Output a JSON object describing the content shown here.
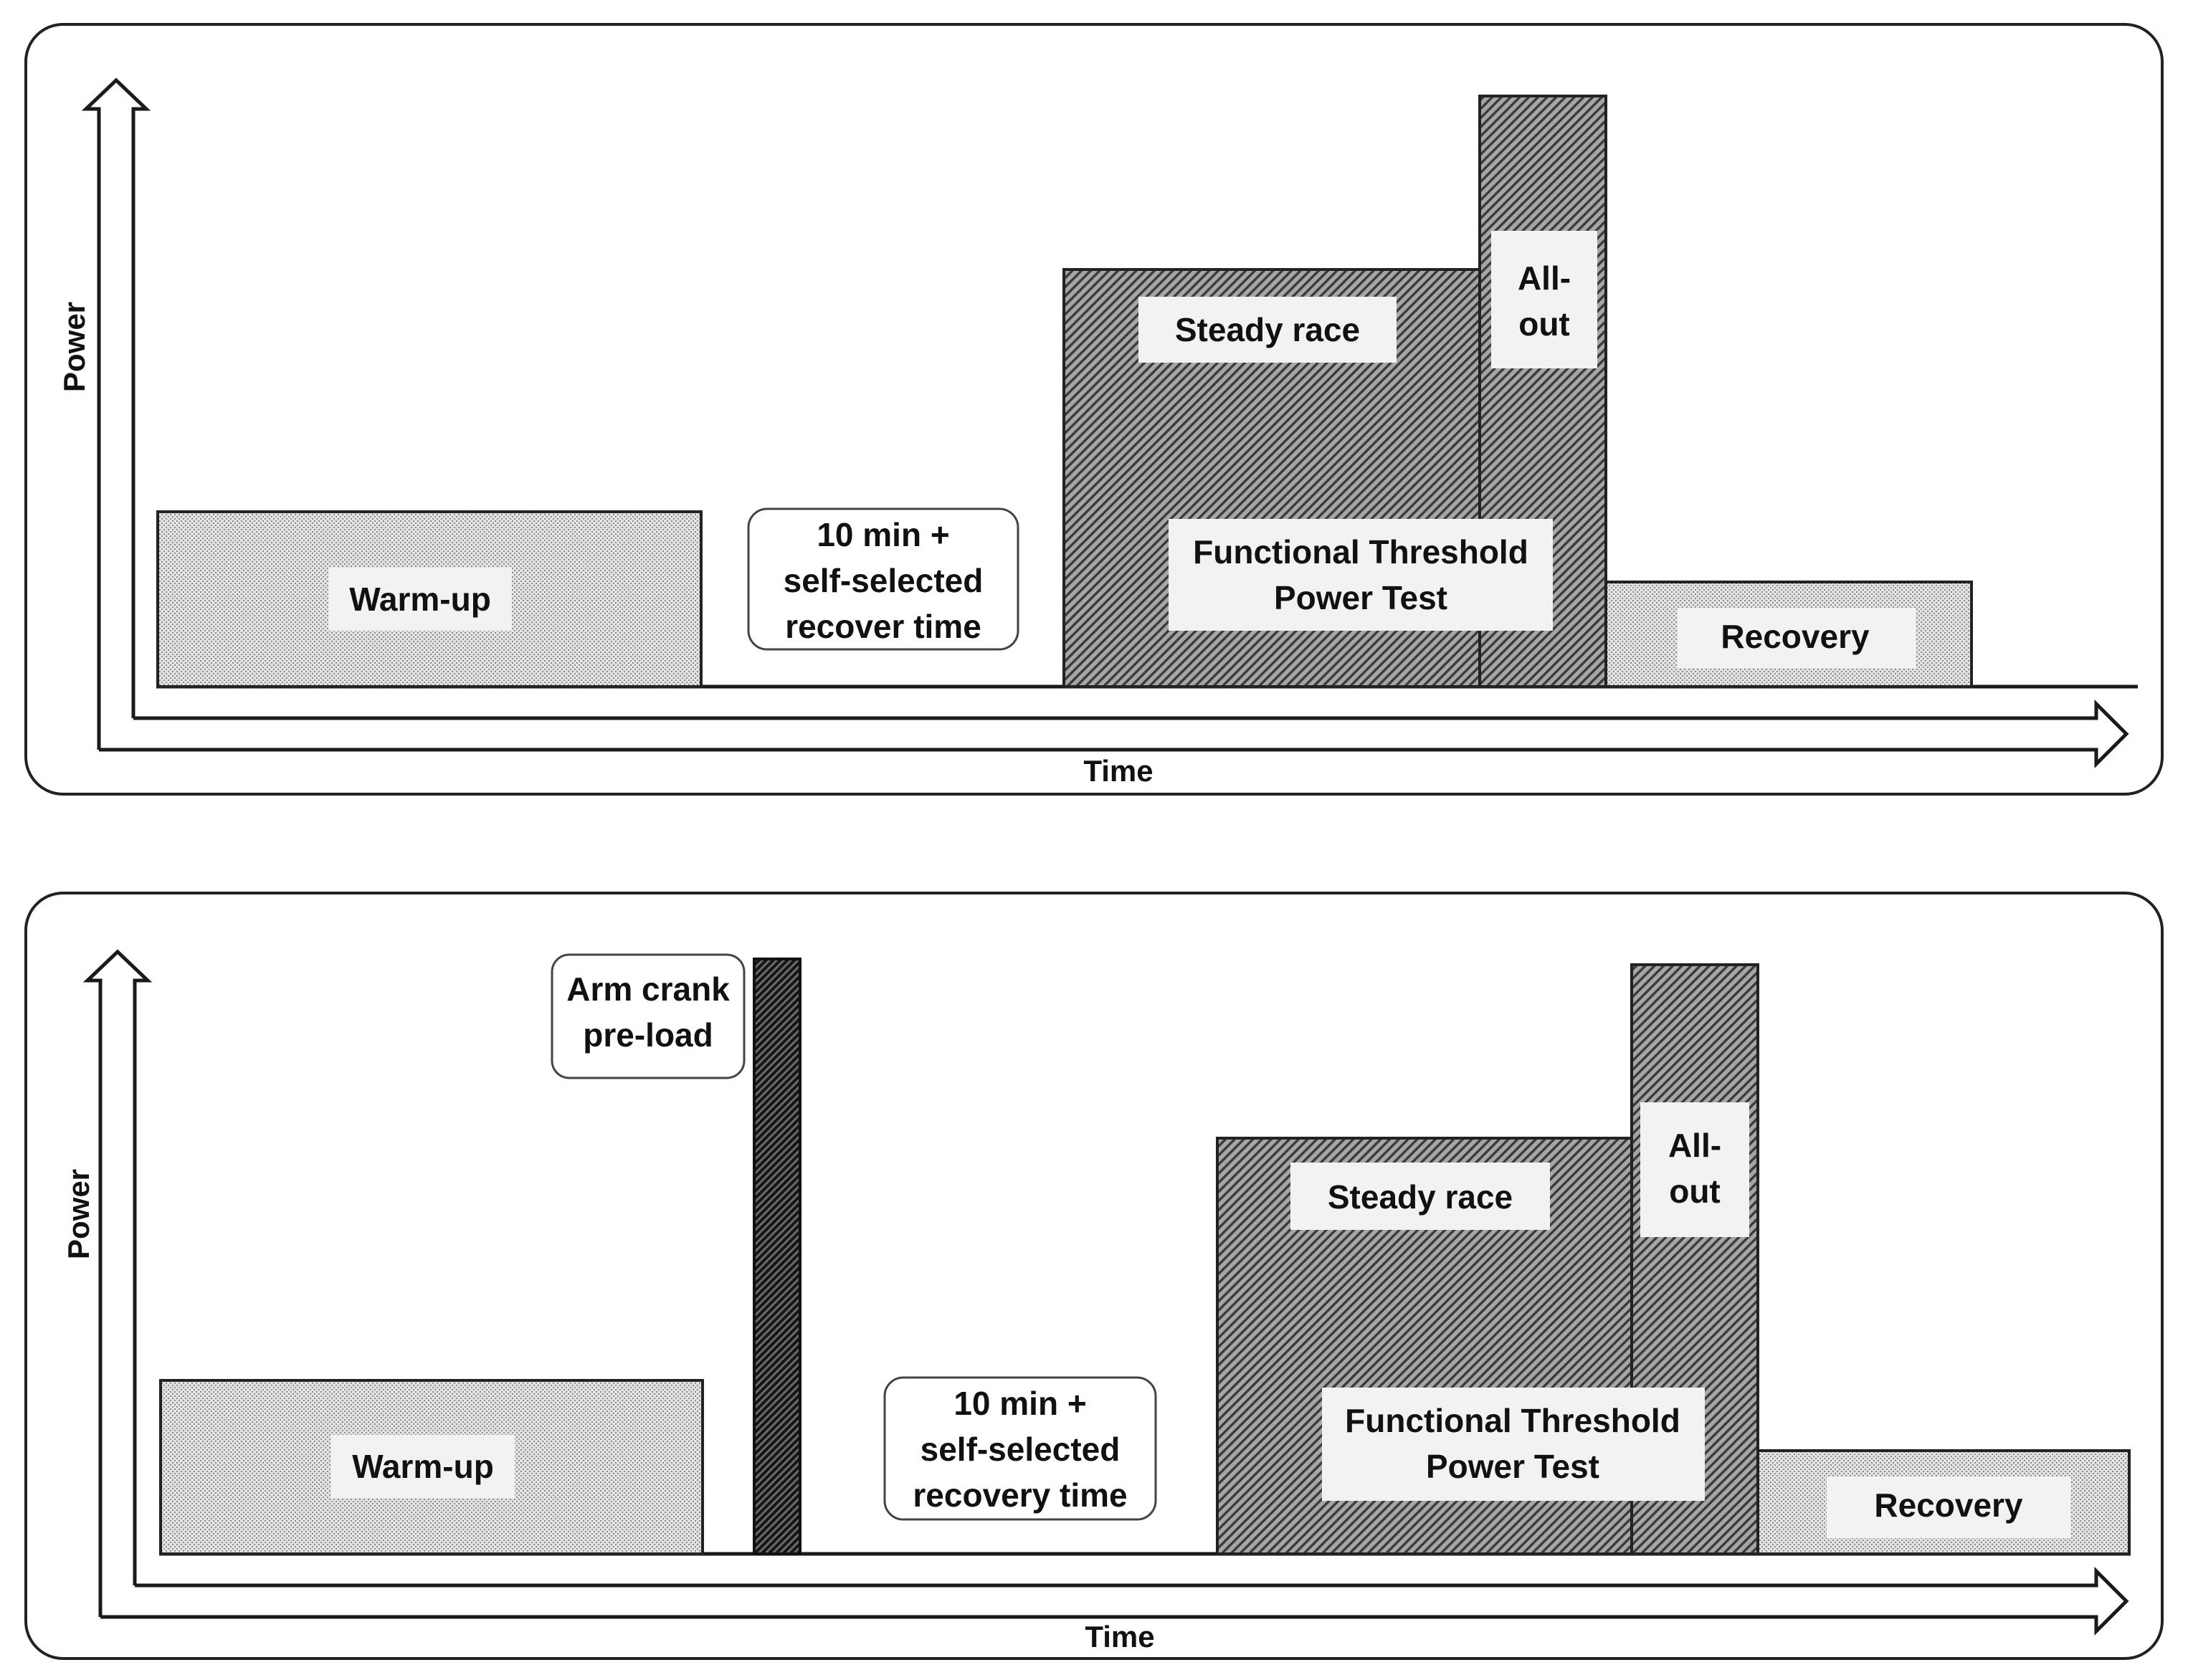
{
  "colors": {
    "background": "#ffffff",
    "outline": "#222222",
    "light_fill": "#d7d7d7",
    "medium_fill": "#8a8a8a",
    "dark_fill": "#2e2e2e",
    "label_box": "#f2f2f2"
  },
  "panel_top": {
    "y_axis_label": "Power",
    "x_axis_label": "Time",
    "warmup": "Warm-up",
    "gap_note": [
      "10 min +",
      "self-selected",
      "recover time"
    ],
    "steady": "Steady race",
    "allout": [
      "All-",
      "out"
    ],
    "ftp": [
      "Functional Threshold",
      "Power Test"
    ],
    "recovery": "Recovery"
  },
  "panel_bottom": {
    "y_axis_label": "Power",
    "x_axis_label": "Time",
    "warmup": "Warm-up",
    "preload": [
      "Arm crank",
      "pre-load"
    ],
    "gap_note": [
      "10 min +",
      "self-selected",
      "recovery time"
    ],
    "steady": "Steady race",
    "allout": [
      "All-",
      "out"
    ],
    "ftp": [
      "Functional Threshold",
      "Power Test"
    ],
    "recovery": "Recovery"
  }
}
